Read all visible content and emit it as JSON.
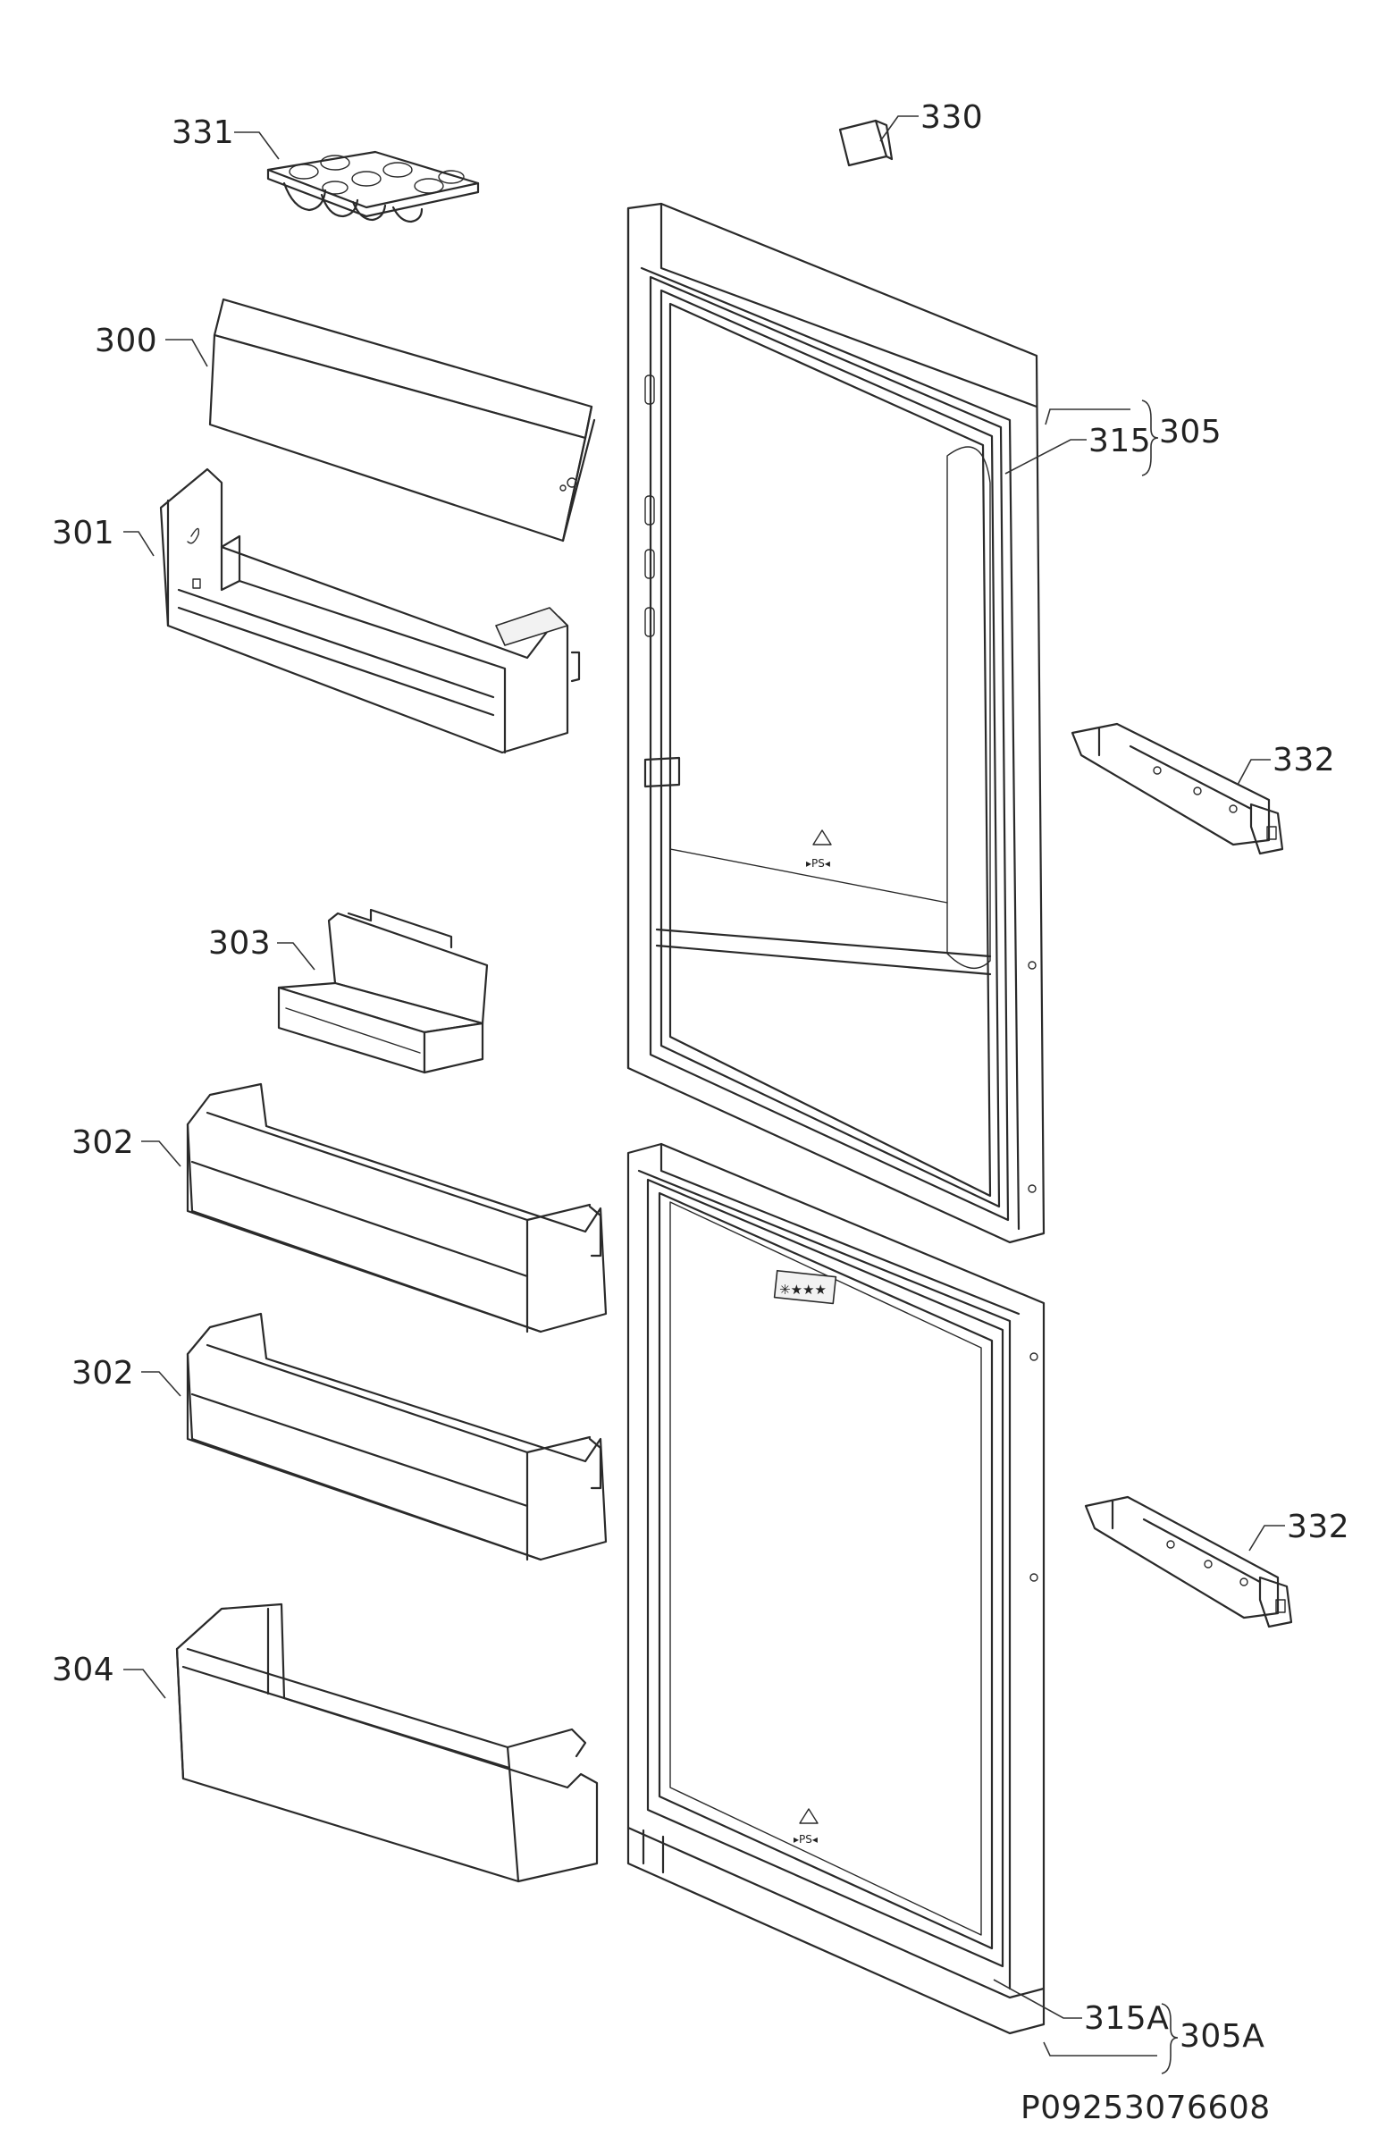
{
  "labels": {
    "p331": "331",
    "p330": "330",
    "p300": "300",
    "p301": "301",
    "p305": "305",
    "p315": "315",
    "p332a": "332",
    "p303": "303",
    "p302a": "302",
    "p302b": "302",
    "p332b": "332",
    "p304": "304",
    "p315A": "315A",
    "p305A": "305A"
  },
  "drawing_number": "P09253076608",
  "colors": {
    "line": "#2a2a2a",
    "background": "#ffffff"
  }
}
